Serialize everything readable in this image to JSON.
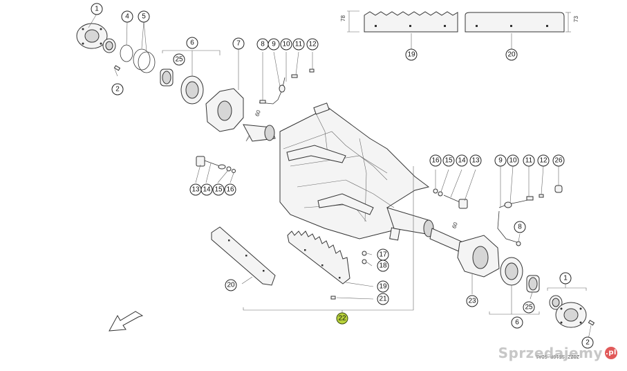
{
  "labels": {
    "c1a": "1",
    "c2a": "2",
    "c4": "4",
    "c5": "5",
    "c6a": "6",
    "c25a": "25",
    "c7": "7",
    "c8a": "8",
    "c9a": "9",
    "c10a": "10",
    "c11a": "11",
    "c12a": "12",
    "c19t": "19",
    "c20t": "20",
    "c13a": "13",
    "c14a": "14",
    "c15a": "15",
    "c16a": "16",
    "c16b": "16",
    "c15b": "15",
    "c14b": "14",
    "c13b": "13",
    "c9b": "9",
    "c10b": "10",
    "c11b": "11",
    "c12b": "12",
    "c26": "26",
    "c8b": "8",
    "c17": "17",
    "c18": "18",
    "c19b": "19",
    "c21": "21",
    "c20b": "20",
    "c22": "22",
    "c23": "23",
    "c25b": "25",
    "c6b": "6",
    "c1b": "1",
    "c2b": "2"
  },
  "dimensions": {
    "d78": "78",
    "d73": "73",
    "d60a": "60",
    "d60b": "60"
  },
  "footer_code": "ZOZZ SE10P_SOA1",
  "watermark": {
    "text": "Sprzedajemy",
    "badge": ".pl"
  },
  "colors": {
    "highlight": "#b8d23a",
    "line": "#333333"
  }
}
